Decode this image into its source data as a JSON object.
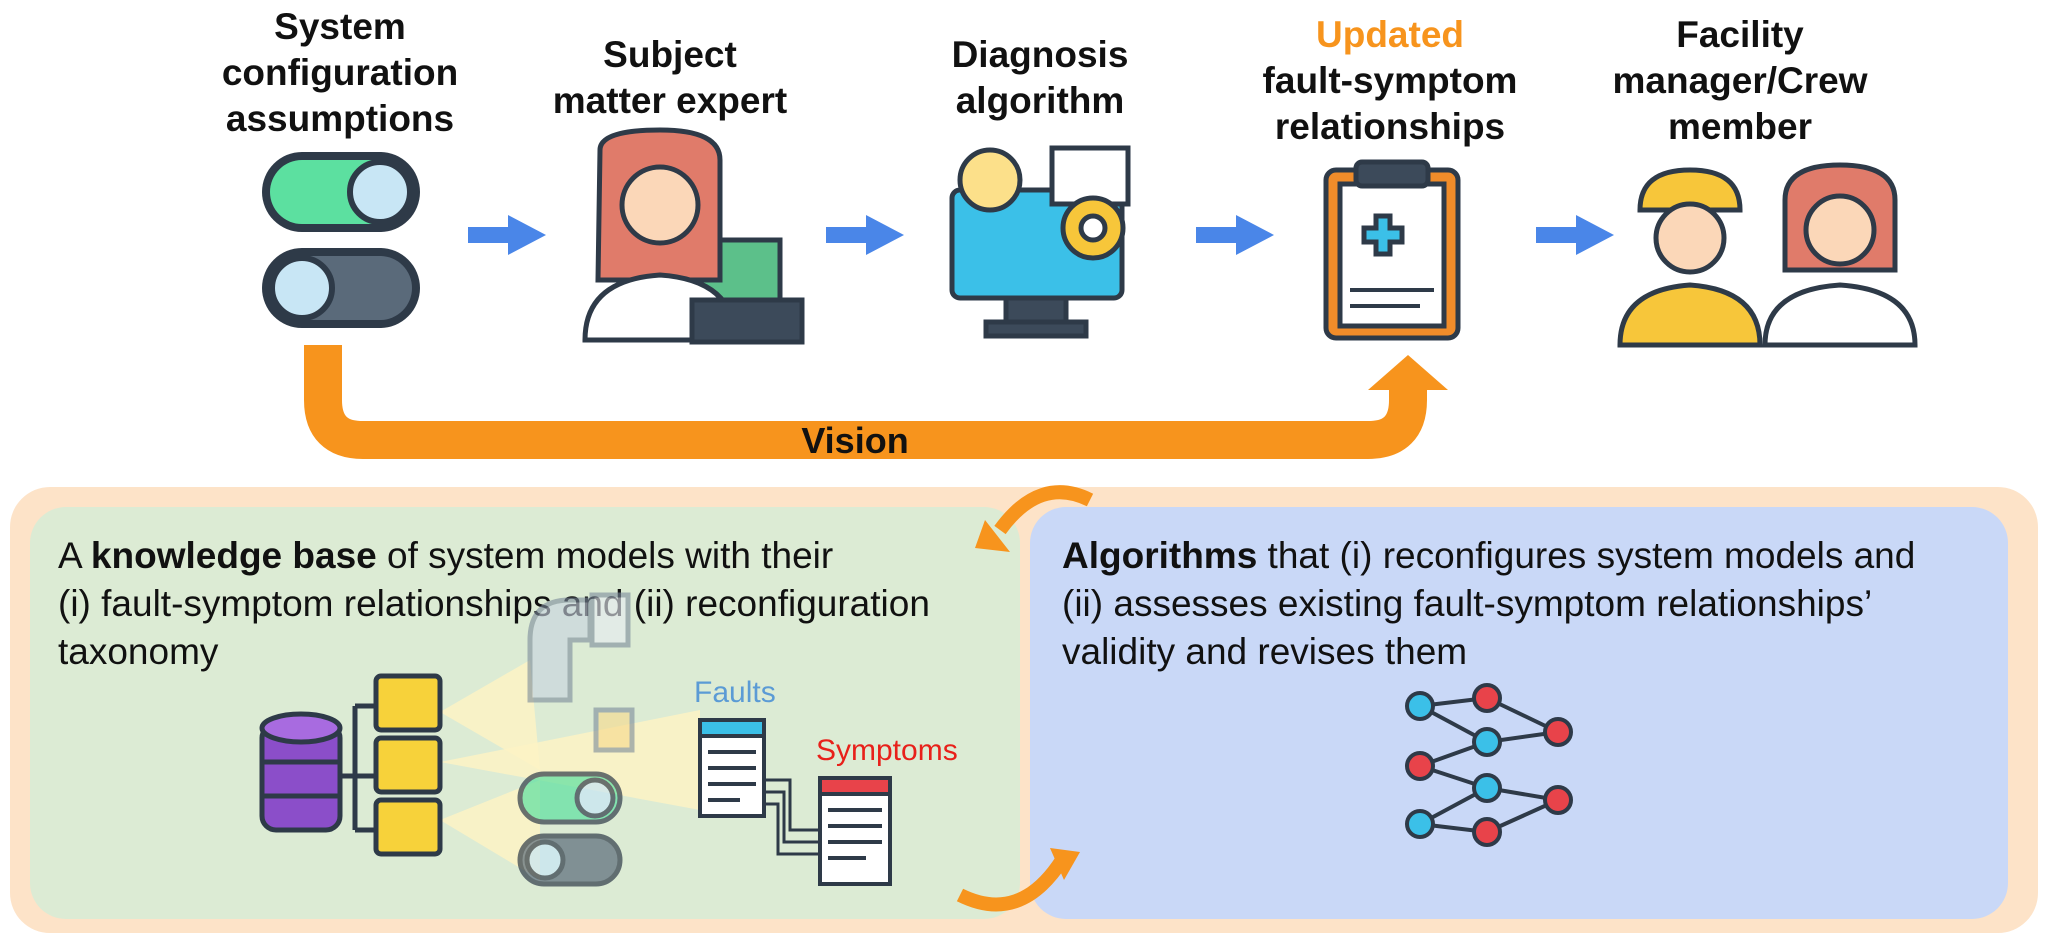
{
  "steps": [
    {
      "id": "config",
      "lines": [
        "System",
        "configuration",
        "assumptions"
      ]
    },
    {
      "id": "expert",
      "lines": [
        "Subject",
        "matter expert"
      ]
    },
    {
      "id": "algo",
      "lines": [
        "Diagnosis",
        "algorithm"
      ]
    },
    {
      "id": "updated",
      "highlight": "Updated",
      "lines": [
        "fault-symptom",
        "relationships"
      ]
    },
    {
      "id": "crew",
      "lines": [
        "Facility",
        "manager/Crew",
        "member"
      ]
    }
  ],
  "vision_label": "Vision",
  "knowledge_panel": {
    "prefix": "A ",
    "bold": "knowledge base",
    "line1_rest": " of system models with their",
    "line2": "(i) fault-symptom relationships and (ii) reconfiguration",
    "line3": "taxonomy"
  },
  "algorithms_panel": {
    "bold": "Algorithms",
    "line1_rest": " that (i) reconfigures system models and",
    "line2": "(ii) assesses existing fault-symptom relationships’",
    "line3": "validity and revises them"
  },
  "faults_label": "Faults",
  "symptoms_label": "Symptoms",
  "colors": {
    "arrow_blue": "#4a86e8",
    "vision_orange": "#f7941d",
    "panel_outer": "#fde3c8",
    "panel_green": "#dcebd4",
    "panel_blue": "#c9d8f7",
    "faults_blue": "#5b9bd5",
    "symptoms_red": "#e8201a"
  }
}
